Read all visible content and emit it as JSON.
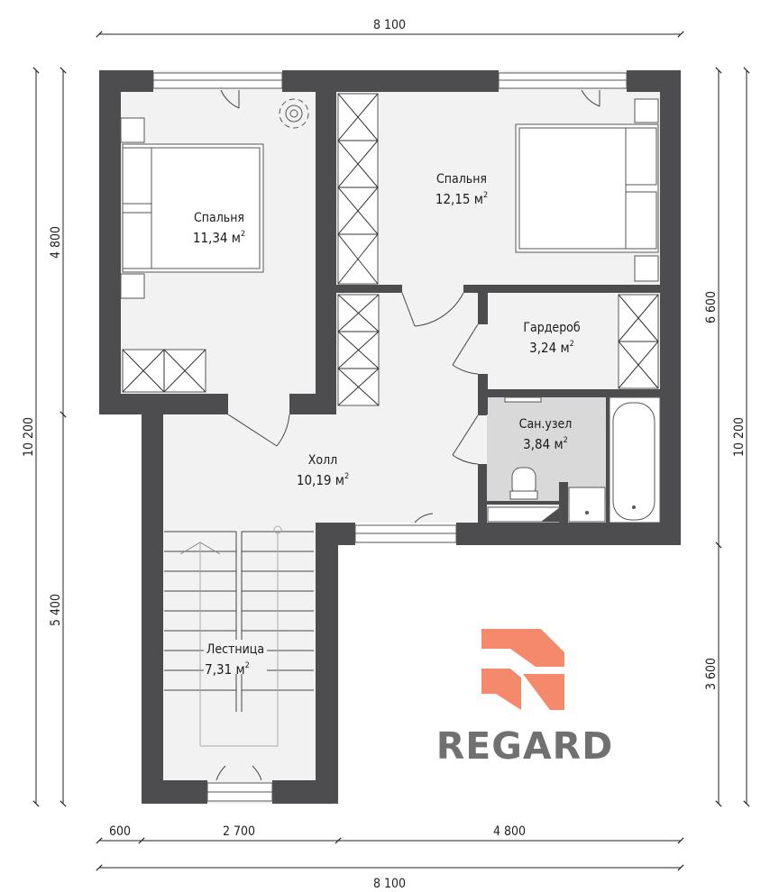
{
  "dimensions": {
    "top_total": "8 100",
    "bottom_total": "8 100",
    "bottom_left": "600",
    "bottom_middle": "2 700",
    "bottom_right": "4 800",
    "left_upper": "4 800",
    "left_lower": "5 400",
    "left_total": "10 200",
    "right_upper": "6 600",
    "right_lower": "3 600",
    "right_total": "10 200"
  },
  "rooms": [
    {
      "id": "bedroom-left",
      "name": "Спальня",
      "area": "11,34 м",
      "sup": "2"
    },
    {
      "id": "bedroom-right",
      "name": "Спальня",
      "area": "12,15 м",
      "sup": "2"
    },
    {
      "id": "wardrobe",
      "name": "Гардероб",
      "area": "3,24 м",
      "sup": "2"
    },
    {
      "id": "bathroom",
      "name": "Сан.узел",
      "area": "3,84 м",
      "sup": "2"
    },
    {
      "id": "hall",
      "name": "Холл",
      "area": "10,19 м",
      "sup": "2"
    },
    {
      "id": "stairs",
      "name": "Лестница",
      "area": "7,31 м",
      "sup": "2"
    }
  ],
  "logo": {
    "text": "REGARD",
    "mark_color": "#f4896c",
    "text_color": "#707070"
  },
  "colors": {
    "wall": "#4d4d4f",
    "floor": "#f2f2f2",
    "bathroom_floor": "#d9d9d9"
  }
}
